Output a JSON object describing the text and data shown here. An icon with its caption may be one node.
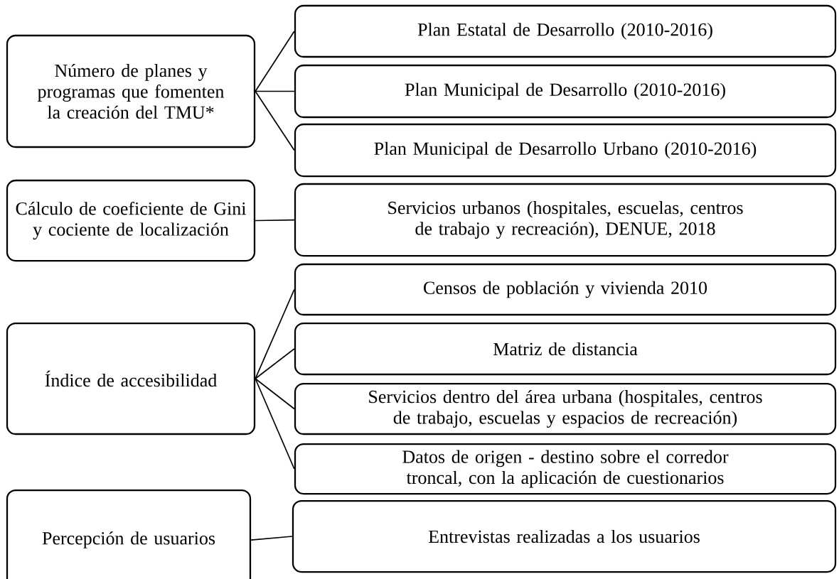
{
  "diagram": {
    "nodes": [
      {
        "text": [
          "Número de planes y programas que fomenten la creación del TMU*"
        ]
      },
      {
        "text": [
          "Plan Estatal de Desarrollo (2010-2016)"
        ]
      },
      {
        "text": [
          "Plan Municipal de Desarrollo (2010-2016)"
        ]
      },
      {
        "text": [
          "Plan Municipal de Desarrollo Urbano (2010-2016)"
        ]
      },
      {
        "text": [
          "Cálculo de coeficiente de Gini y cociente de localización"
        ]
      },
      {
        "text": [
          "Servicios urbanos (hospitales, escuelas, centros de trabajo y recreación), DENUE, 2018"
        ]
      },
      {
        "text": [
          "Censos de población y vivienda 2010"
        ]
      },
      {
        "text": [
          "Matriz de distancia"
        ]
      },
      {
        "text": [
          "Servicios dentro del área urbana (hospitales, centros de trabajo, escuelas y espacios de recreación)"
        ]
      },
      {
        "text": [
          "Datos de origen - destino sobre el corredor troncal, con la aplicación de cuestionarios"
        ]
      },
      {
        "text": [
          "Índice de accesibilidad"
        ]
      },
      {
        "text": [
          "Percepción de usuarios"
        ]
      },
      {
        "text": [
          "Entrevistas realizadas a los usuarios"
        ]
      }
    ],
    "edges": [
      {
        "from": 0,
        "to": 1,
        "arrow": "none"
      },
      {
        "from": 0,
        "to": 2,
        "arrow": "none"
      },
      {
        "from": 0,
        "to": 3,
        "arrow": "none"
      },
      {
        "from": 4,
        "to": 5,
        "arrow": "none"
      },
      {
        "from": 10,
        "to": 6,
        "arrow": "none"
      },
      {
        "from": 10,
        "to": 7,
        "arrow": "none"
      },
      {
        "from": 10,
        "to": 8,
        "arrow": "none"
      },
      {
        "from": 10,
        "to": 9,
        "arrow": "none"
      },
      {
        "from": 11,
        "to": 12,
        "arrow": "none"
      }
    ]
  }
}
